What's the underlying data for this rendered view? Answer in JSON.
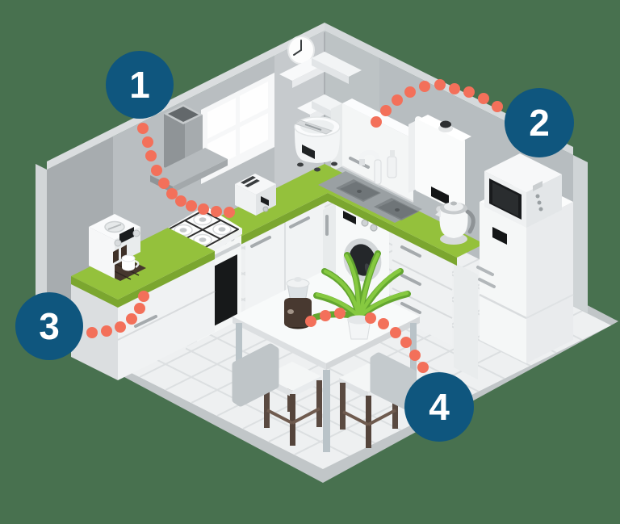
{
  "markers": [
    {
      "number": "1"
    },
    {
      "number": "2"
    },
    {
      "number": "3"
    },
    {
      "number": "4"
    }
  ],
  "colors": {
    "background": "#48714F",
    "marker_blue": "#0F567E",
    "marker_number": "#FFFFFF",
    "dot_coral": "#F3705A",
    "counter_green": "#94C13C",
    "counter_green_dark": "#7BA62F",
    "plant_green": "#86C940",
    "plant_green_dark": "#63A62F"
  }
}
